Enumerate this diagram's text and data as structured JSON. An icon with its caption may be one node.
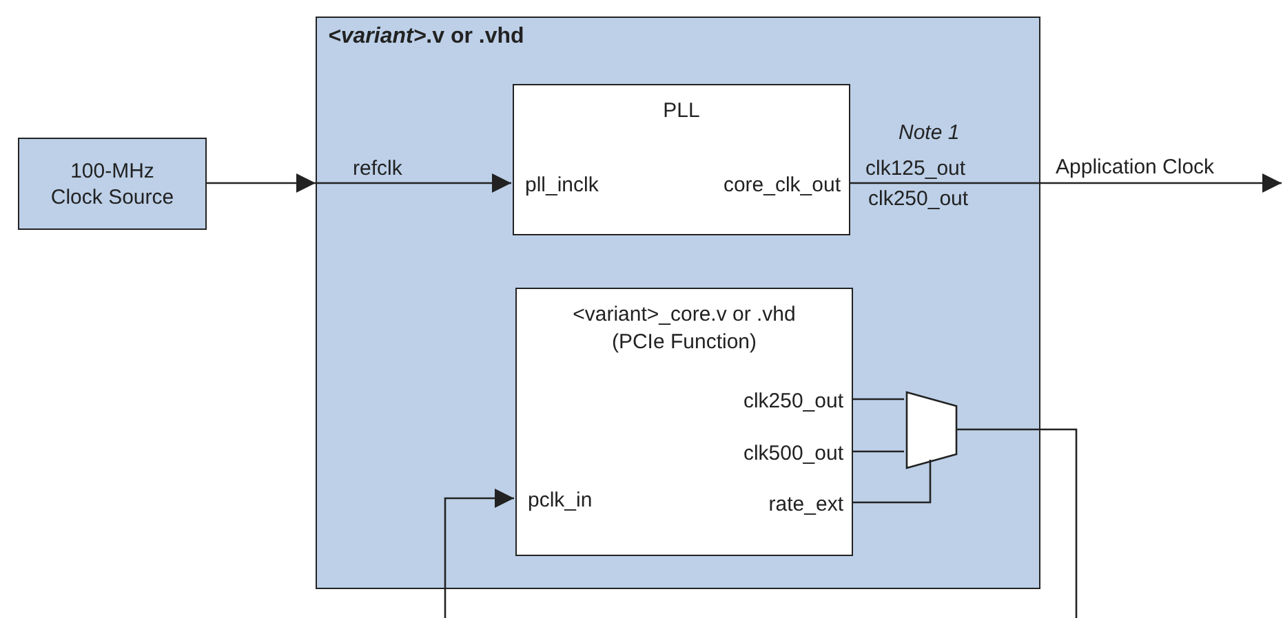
{
  "diagram": {
    "nodes": [
      {
        "text": [
          "100-MHz Clock Source"
        ]
      },
      {
        "text": [
          "*<variant>*.v or .vhd"
        ]
      },
      {
        "text": [
          "PLL"
        ],
        "in": 1
      },
      {
        "text": [
          "pll_inclk"
        ],
        "in": 2
      },
      {
        "text": [
          "core_clk_out"
        ],
        "in": 2
      },
      {
        "text": [
          "<variant>_core.v or .vhd",
          "(PCIe Function)"
        ],
        "in": 1
      },
      {
        "text": [
          "pclk_in"
        ],
        "in": 5
      },
      {
        "text": [
          "clk250_out"
        ],
        "in": 5
      },
      {
        "text": [
          "clk500_out"
        ],
        "in": 5
      },
      {
        "text": [
          "rate_ext"
        ],
        "in": 5
      },
      {
        "text": [],
        "shape": "trapezoid",
        "in": 1
      }
    ],
    "edges": [
      {
        "from": 0,
        "to": 1,
        "arrow": "to"
      },
      {
        "from": 1,
        "to": 3,
        "arrow": "to",
        "label": "refclk"
      },
      {
        "from": 4,
        "to": null,
        "arrow": "to",
        "label": "Application Clock"
      },
      {
        "from": 7,
        "to": 10,
        "arrow": "none"
      },
      {
        "from": 8,
        "to": 10,
        "arrow": "none"
      },
      {
        "from": 9,
        "to": 10,
        "arrow": "none"
      },
      {
        "from": 10,
        "to": null,
        "arrow": "none"
      },
      {
        "from": null,
        "to": 6,
        "arrow": "to"
      }
    ],
    "labels": [
      "Note 1",
      "clk125_out",
      "clk250_out"
    ]
  }
}
